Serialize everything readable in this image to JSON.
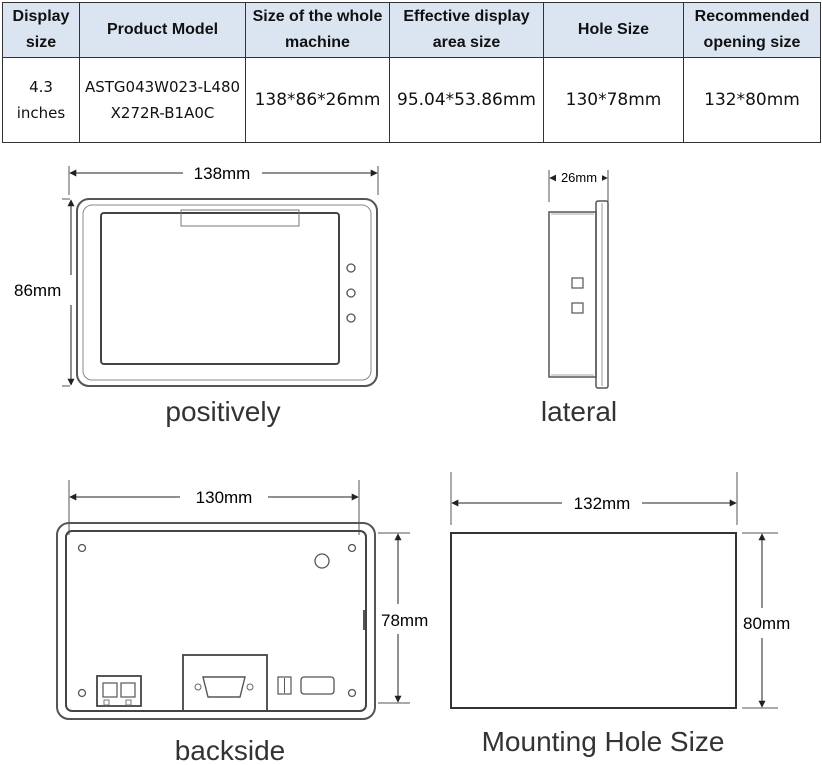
{
  "table": {
    "headers": [
      "Display size",
      "Product Model",
      "Size of the whole machine",
      "Effective display area size",
      "Hole Size",
      "Recommended opening size"
    ],
    "row": {
      "display_size": "4.3 inches",
      "product_model": "ASTG043W023-L480X272R-B1A0C",
      "whole_machine": "138*86*26mm",
      "effective_area": "95.04*53.86mm",
      "hole_size": "130*78mm",
      "opening_size": "132*80mm"
    }
  },
  "front": {
    "width_label": "138mm",
    "height_label": "86mm",
    "caption": "positively"
  },
  "side": {
    "depth_label": "26mm",
    "caption": "lateral"
  },
  "back": {
    "width_label": "130mm",
    "height_label": "78mm",
    "caption": "backside"
  },
  "hole": {
    "width_label": "132mm",
    "height_label": "80mm",
    "caption": "Mounting Hole Size"
  },
  "colors": {
    "header_bg": "#dbe5f1",
    "line": "#333333"
  }
}
